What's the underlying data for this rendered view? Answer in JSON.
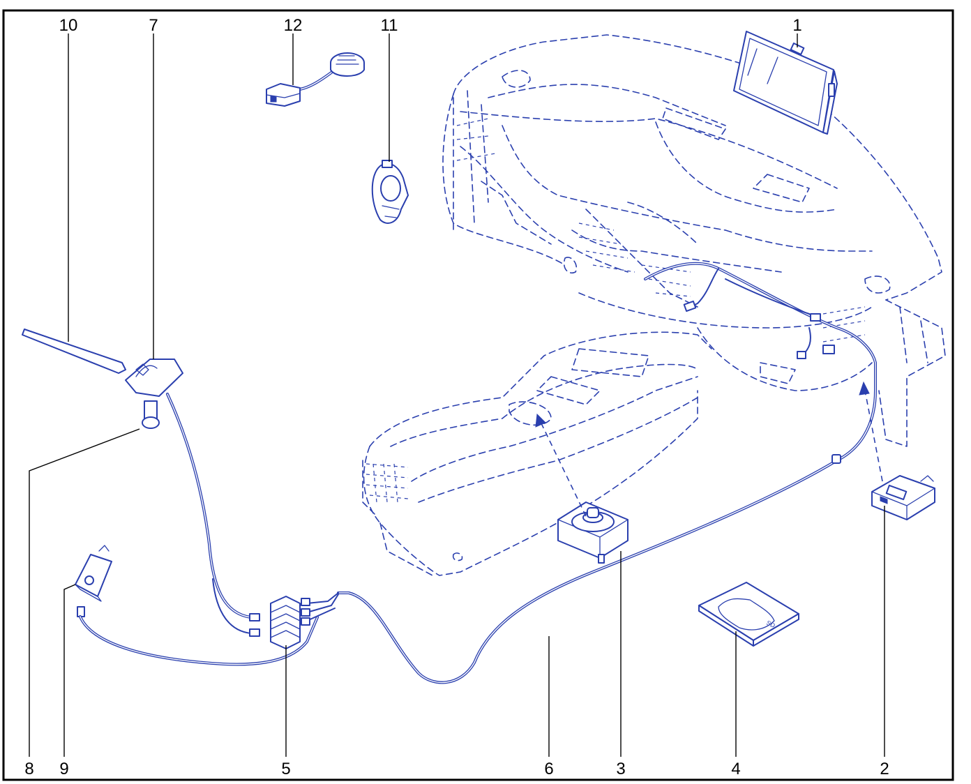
{
  "callouts": {
    "c1": "1",
    "c2": "2",
    "c3": "3",
    "c4": "4",
    "c5": "5",
    "c6": "6",
    "c7": "7",
    "c8": "8",
    "c9": "9",
    "c10": "10",
    "c11": "11",
    "c12": "12"
  },
  "sd_card_label": "SD",
  "colors": {
    "line_art": "#2a3fae",
    "callouts": "#000000",
    "frame": "#000000",
    "background": "#ffffff"
  }
}
